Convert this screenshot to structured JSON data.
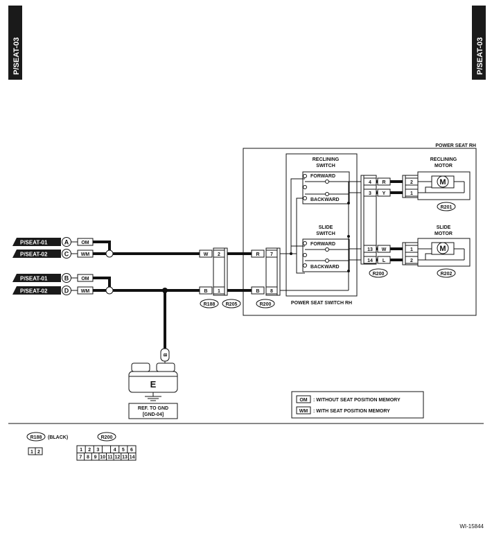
{
  "page": {
    "tab_left": "P/SEAT-03",
    "tab_right": "P/SEAT-03",
    "figure_id": "WI-15844"
  },
  "inputs": [
    {
      "ref": "P/SEAT-01",
      "letter": "A",
      "code": "OM"
    },
    {
      "ref": "P/SEAT-02",
      "letter": "C",
      "code": "WM"
    },
    {
      "ref": "P/SEAT-01",
      "letter": "B",
      "code": "OM"
    },
    {
      "ref": "P/SEAT-02",
      "letter": "D",
      "code": "WM"
    }
  ],
  "connector_r188": {
    "label": "R188",
    "pins": [
      {
        "wire": "W",
        "pin": "2"
      },
      {
        "wire": "B",
        "pin": "1"
      }
    ],
    "mate": "R205"
  },
  "connector_r200_in": {
    "label": "R200",
    "pins": [
      {
        "wire": "R",
        "pin": "7"
      },
      {
        "wire": "B",
        "pin": "8"
      }
    ]
  },
  "power_seat": {
    "title": "POWER SEAT RH",
    "switch_title": "POWER SEAT SWITCH RH",
    "reclining_switch": {
      "title1": "RECLINING",
      "title2": "SWITCH",
      "forward": "FORWARD",
      "backward": "BACKWARD"
    },
    "slide_switch": {
      "title1": "SLIDE",
      "title2": "SWITCH",
      "forward": "FORWARD",
      "backward": "BACKWARD"
    },
    "r200_out": {
      "label": "R200",
      "pins": [
        {
          "pin": "4",
          "wire": "R"
        },
        {
          "pin": "3",
          "wire": "Y"
        },
        {
          "pin": "13",
          "wire": "W"
        },
        {
          "pin": "14",
          "wire": "L"
        }
      ]
    },
    "reclining_motor": {
      "title1": "RECLINING",
      "title2": "MOTOR",
      "pins": [
        "2",
        "1"
      ],
      "connector": "R201",
      "symbol": "M"
    },
    "slide_motor": {
      "title1": "SLIDE",
      "title2": "MOTOR",
      "pins": [
        "1",
        "2"
      ],
      "connector": "R202",
      "symbol": "M"
    }
  },
  "ground": {
    "wire": "B",
    "letter": "E",
    "ref1": "REF. TO GND",
    "ref2": "[GND-04]"
  },
  "legend": [
    {
      "code": "OM",
      "text": ": WITHOUT SEAT POSITION MEMORY"
    },
    {
      "code": "WM",
      "text": ": WITH SEAT POSITION MEMORY"
    }
  ],
  "connector_views": {
    "r188": {
      "label": "R188",
      "color": "(BLACK)",
      "pins": [
        "1",
        "2"
      ]
    },
    "r200": {
      "label": "R200",
      "row1": [
        "1",
        "2",
        "3",
        "",
        "4",
        "5",
        "6"
      ],
      "row2": [
        "7",
        "8",
        "9",
        "10",
        "11",
        "12",
        "13",
        "14"
      ]
    }
  }
}
